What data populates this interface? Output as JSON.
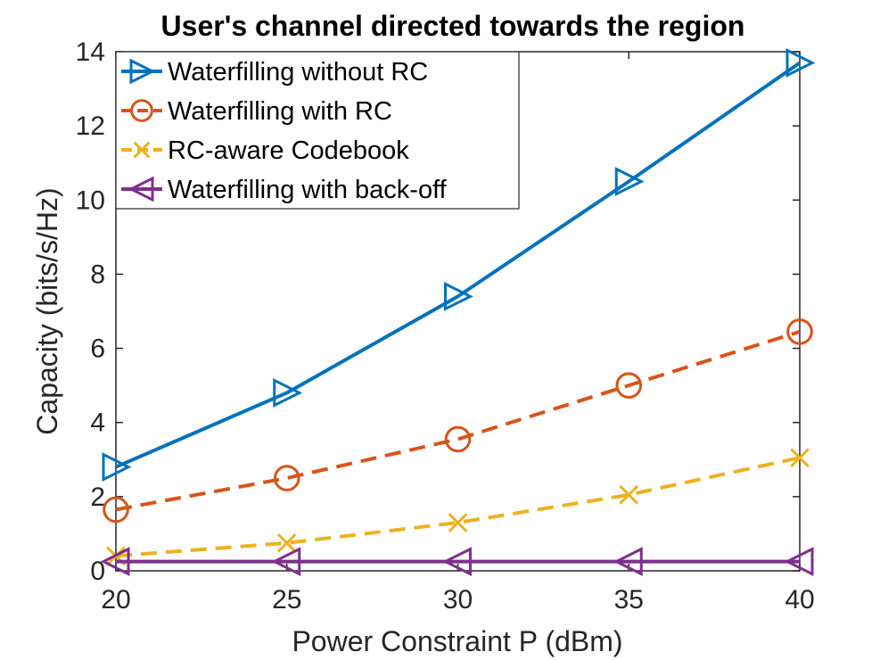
{
  "chart_data": {
    "type": "line",
    "title": "User's channel directed towards the region",
    "xlabel": "Power Constraint P (dBm)",
    "ylabel": "Capacity (bits/s/Hz)",
    "x": [
      20,
      25,
      30,
      35,
      40
    ],
    "xlim": [
      20,
      40
    ],
    "ylim": [
      0,
      14
    ],
    "xticks": [
      "20",
      "25",
      "30",
      "35",
      "40"
    ],
    "yticks": [
      "0",
      "2",
      "4",
      "6",
      "8",
      "10",
      "12",
      "14"
    ],
    "grid": false,
    "legend_position": "top-left",
    "series": [
      {
        "name": "Waterfilling without RC",
        "values": [
          2.8,
          4.8,
          7.4,
          10.5,
          13.7
        ],
        "color": "#0072BD",
        "line": "solid",
        "marker": "triangle-right"
      },
      {
        "name": "Waterfilling with RC",
        "values": [
          1.65,
          2.5,
          3.55,
          5.0,
          6.45
        ],
        "color": "#D95319",
        "line": "dashed",
        "marker": "circle"
      },
      {
        "name": "RC-aware Codebook",
        "values": [
          0.4,
          0.75,
          1.3,
          2.05,
          3.05
        ],
        "color": "#EDB120",
        "line": "dashed",
        "marker": "x"
      },
      {
        "name": "Waterfilling with back-off",
        "values": [
          0.25,
          0.25,
          0.25,
          0.25,
          0.25
        ],
        "color": "#7E2F8E",
        "line": "solid",
        "marker": "triangle-left"
      }
    ]
  }
}
